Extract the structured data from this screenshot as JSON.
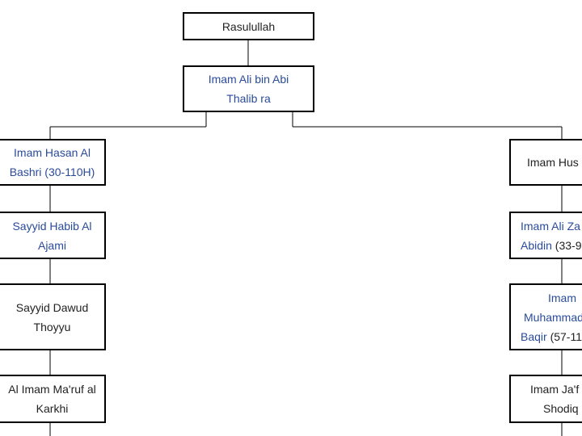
{
  "nodes": {
    "rasulullah": {
      "text": "Rasulullah"
    },
    "ali": {
      "line1": "Imam Ali bin Abi",
      "line2": "Thalib ra"
    },
    "hasan": {
      "line1": "Imam Hasan Al",
      "line2": "Bashri (30-110H)"
    },
    "habib": {
      "line1": "Sayyid Habib Al",
      "line2": "Ajami"
    },
    "dawud": {
      "line1": "Sayyid Dawud",
      "line2": "Thoyyu"
    },
    "maruf": {
      "line1": "Al Imam Ma'ruf al",
      "line2": "Karkhi"
    },
    "husain": {
      "text": "Imam Hus"
    },
    "zainal": {
      "line1_link": "Imam Ali Za",
      "line2_link": "Abidin",
      "line2_plain": " (33-9"
    },
    "baqir": {
      "line1_link": "Imam",
      "line2_link": "Muhammad",
      "line3_link": "Baqir",
      "line3_plain": " (57-11"
    },
    "jafar": {
      "line1": "Imam Ja'f",
      "line2": "Shodiq"
    }
  },
  "colors": {
    "link": "#2a4b9b",
    "text": "#222222",
    "border": "#000000"
  }
}
